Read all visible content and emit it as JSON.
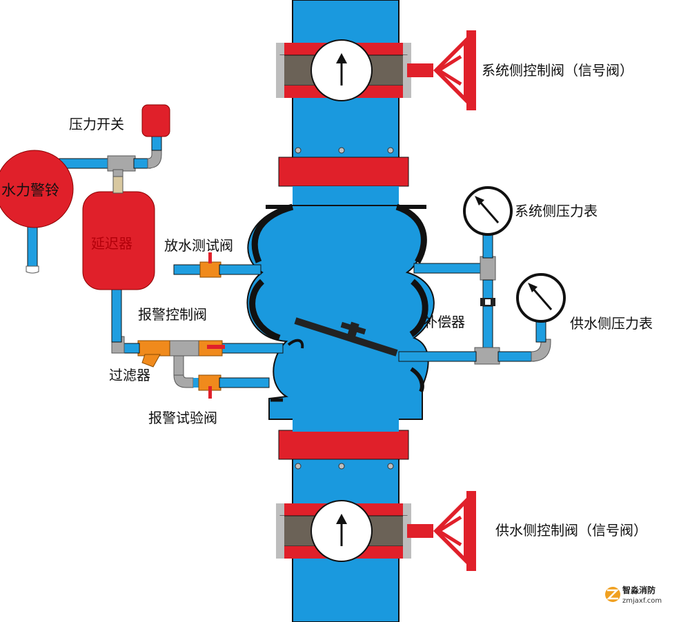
{
  "labels": {
    "system_control_valve": "系统侧控制阀（信号阀）",
    "supply_control_valve": "供水侧控制阀（信号阀）",
    "pressure_switch": "压力开关",
    "water_bell": "水力警铃",
    "delay_chamber": "延迟器",
    "drain_test_valve": "放水测试阀",
    "alarm_control_valve": "报警控制阀",
    "filter": "过滤器",
    "alarm_test_valve": "报警试验阀",
    "system_pressure_gauge": "系统侧压力表",
    "compensator": "补偿器",
    "supply_pressure_gauge": "供水侧压力表"
  },
  "logo": {
    "name": "智淼消防",
    "site": "zmjaxf.com"
  },
  "colors": {
    "water_blue": "#1a99de",
    "pipe_blue": "#1f9ee0",
    "flange_red": "#e0202a",
    "valve_orange": "#f08a1c",
    "fitting_gray": "#a8a8a8",
    "body_outline": "#1a1a1a"
  }
}
